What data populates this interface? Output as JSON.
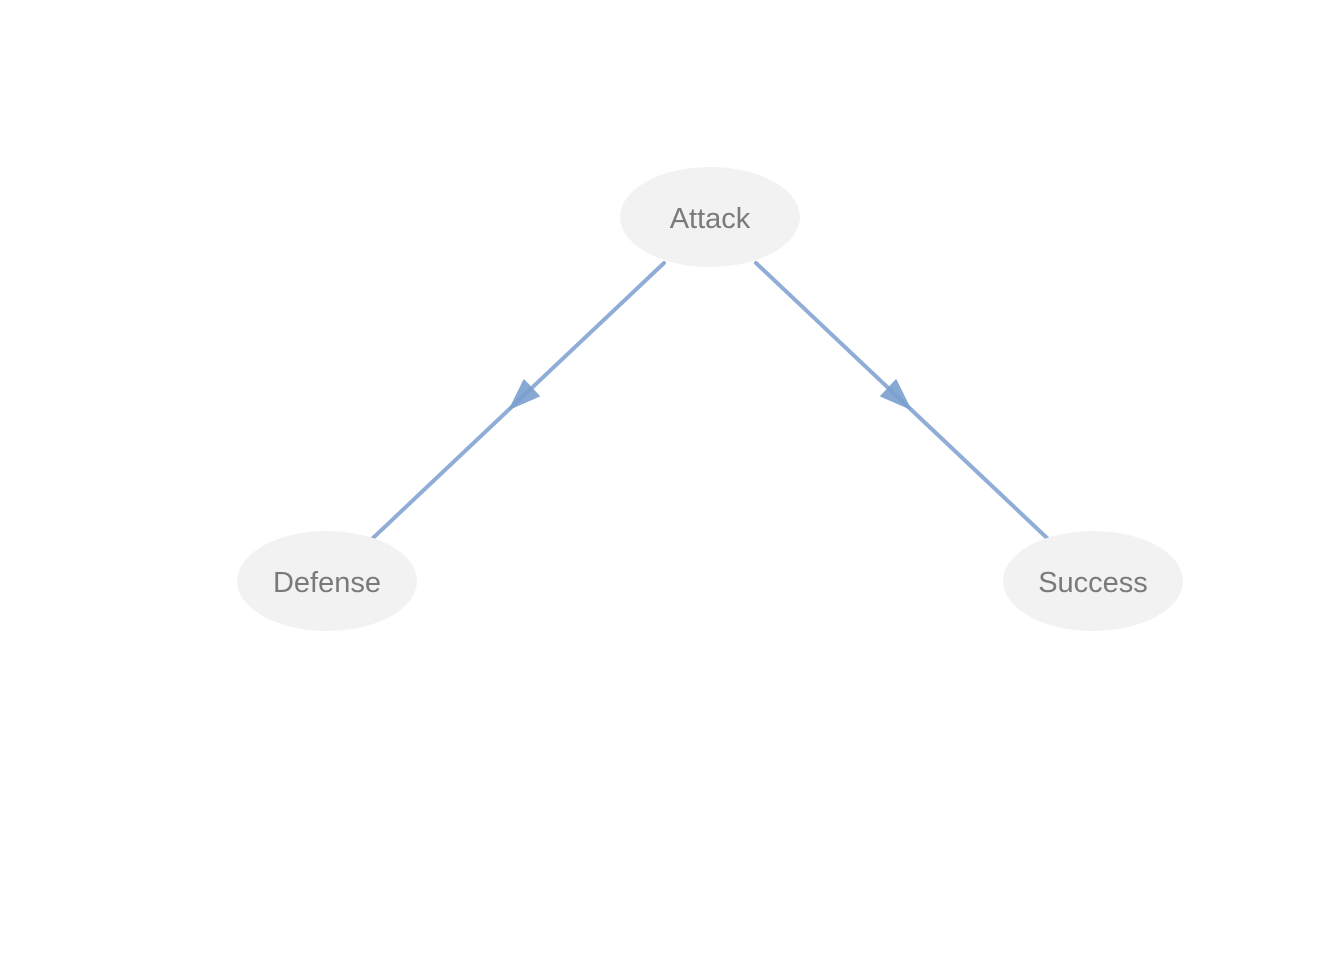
{
  "diagram": {
    "type": "directed-graph",
    "style": {
      "node_fill": "#f2f2f2",
      "node_text_color": "#7a7a7a",
      "edge_color": "#7b9fcf"
    },
    "nodes": [
      {
        "id": "attack",
        "label": "Attack"
      },
      {
        "id": "defense",
        "label": "Defense"
      },
      {
        "id": "success",
        "label": "Success"
      }
    ],
    "edges": [
      {
        "from": "attack",
        "to": "defense",
        "directed": true
      },
      {
        "from": "attack",
        "to": "success",
        "directed": true
      }
    ]
  }
}
